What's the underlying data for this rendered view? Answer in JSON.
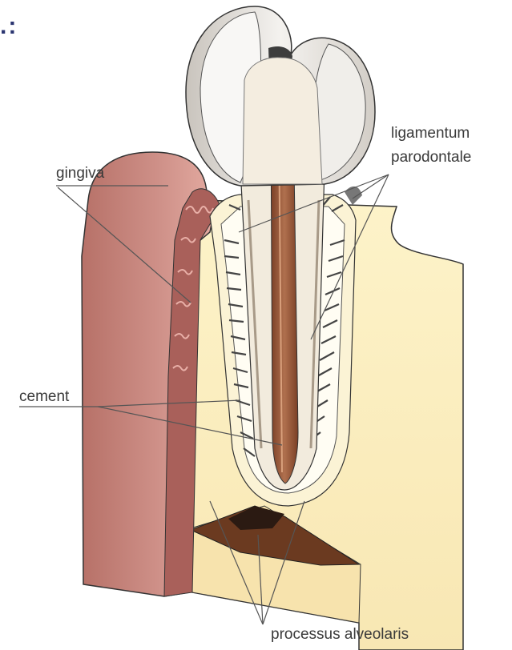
{
  "labels": {
    "gingiva": "gingiva",
    "ligamentum_line1": "ligamentum",
    "ligamentum_line2": "parodontale",
    "cement": "cement",
    "processus": "processus alveolaris",
    "corner_fragment": ".:"
  },
  "colors": {
    "gingiva": "#c98982",
    "gingiva_dark": "#a9605a",
    "bone": "#fbeec2",
    "enamel": "#e9e6e2",
    "dentin": "#f3ecdf",
    "pulp": "#9b5a3c",
    "ligament_line": "#555555",
    "label_text": "#3a3a3a"
  }
}
